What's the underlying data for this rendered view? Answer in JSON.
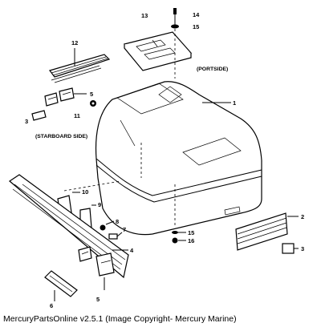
{
  "diagram": {
    "callouts": {
      "c1": "1",
      "c2": "2",
      "c3_left": "3",
      "c3_right": "3",
      "c5_top": "5",
      "c5_bottom": "5",
      "c6": "6",
      "c7": "7",
      "c8": "8",
      "c9": "9",
      "c10": "10",
      "c11": "11",
      "c12": "12",
      "c13": "13",
      "c14": "14",
      "c15_top": "15",
      "c15_bottom": "15",
      "c16": "16"
    },
    "labels": {
      "portside": "(PORTSIDE)",
      "starboard": "(STARBOARD SIDE)"
    }
  },
  "caption": "MercuryPartsOnline v2.5.1 (Image Copyright- Mercury Marine)"
}
